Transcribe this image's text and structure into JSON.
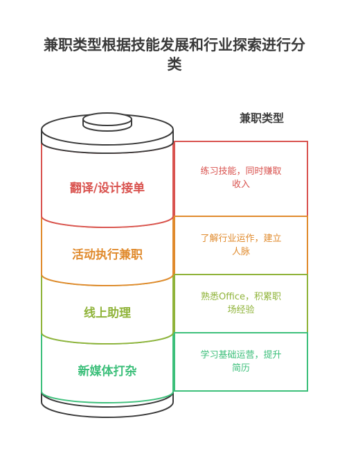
{
  "title": {
    "line1": "兼职类型根据技能发展和行业探索进行分",
    "line2": "类"
  },
  "legend_label": "兼职类型",
  "layers": [
    {
      "label": "翻译/设计接单",
      "desc_line1": "练习技能，同时赚取",
      "desc_line2": "收入",
      "color": "#d9534f"
    },
    {
      "label": "活动执行兼职",
      "desc_line1": "了解行业运作，建立",
      "desc_line2": "人脉",
      "color": "#e08a2c"
    },
    {
      "label": "线上助理",
      "desc_line1": "熟悉Office，积累职",
      "desc_line2": "场经验",
      "color": "#8fb339"
    },
    {
      "label": "新媒体打杂",
      "desc_line1": "学习基础运营，提升",
      "desc_line2": "简历",
      "color": "#3cbf7a"
    }
  ],
  "outline_color": "#3a3a3a"
}
